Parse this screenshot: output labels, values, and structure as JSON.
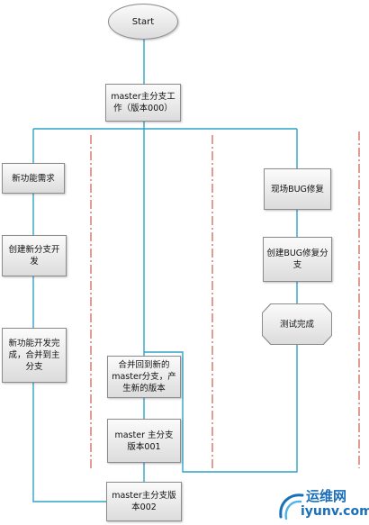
{
  "flow": {
    "start": "Start",
    "master_work": "master主分支工作（版本000）",
    "left_col": {
      "new_feature_req": "新功能需求",
      "create_branch": "创建新分支开发",
      "dev_done": "新功能开发完成，合并到主分支"
    },
    "mid_col": {
      "merge_new": "合并回到新的master分支，产生新的版本",
      "master_001": "master 主分支版本001",
      "master_002": "master主分支版本002"
    },
    "right_col": {
      "bug_fix": "现场BUG修复",
      "create_bug_branch": "创建BUG修复分支",
      "test_done": "测试完成"
    }
  },
  "colors": {
    "connector": "#2fa4c7",
    "divider": "#c0392b"
  },
  "watermark": {
    "title": "运维网",
    "url": "iyunv.com"
  }
}
